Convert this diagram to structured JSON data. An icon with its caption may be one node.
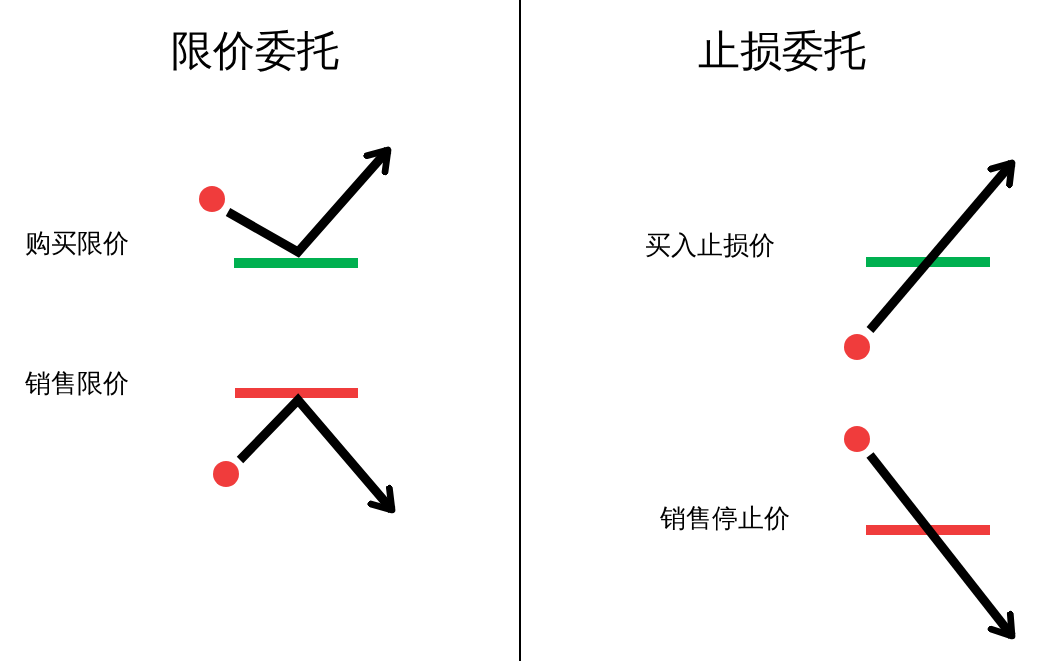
{
  "diagram": {
    "labels": [
      "限价委托",
      "止损委托",
      "购买限价",
      "买入止损价",
      "销售限价",
      "销售停止价"
    ]
  }
}
